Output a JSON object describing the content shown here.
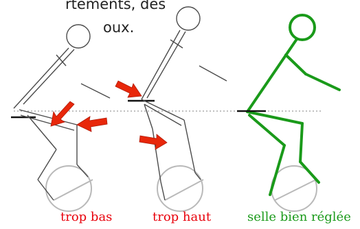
{
  "caption": {
    "line1": "rtements, des",
    "line2": "oux."
  },
  "labels": {
    "low": "trop bas",
    "high": "trop haut",
    "good": "selle bien réglée"
  },
  "colors": {
    "bad_label": "#e8000b",
    "good_label": "#1a9a1a",
    "arrow": "#e8270a",
    "figure_gray": "#4a4a4a",
    "figure_green": "#1a9a1a",
    "wheel": "#b9b9b9",
    "reference_line": "#999999"
  }
}
